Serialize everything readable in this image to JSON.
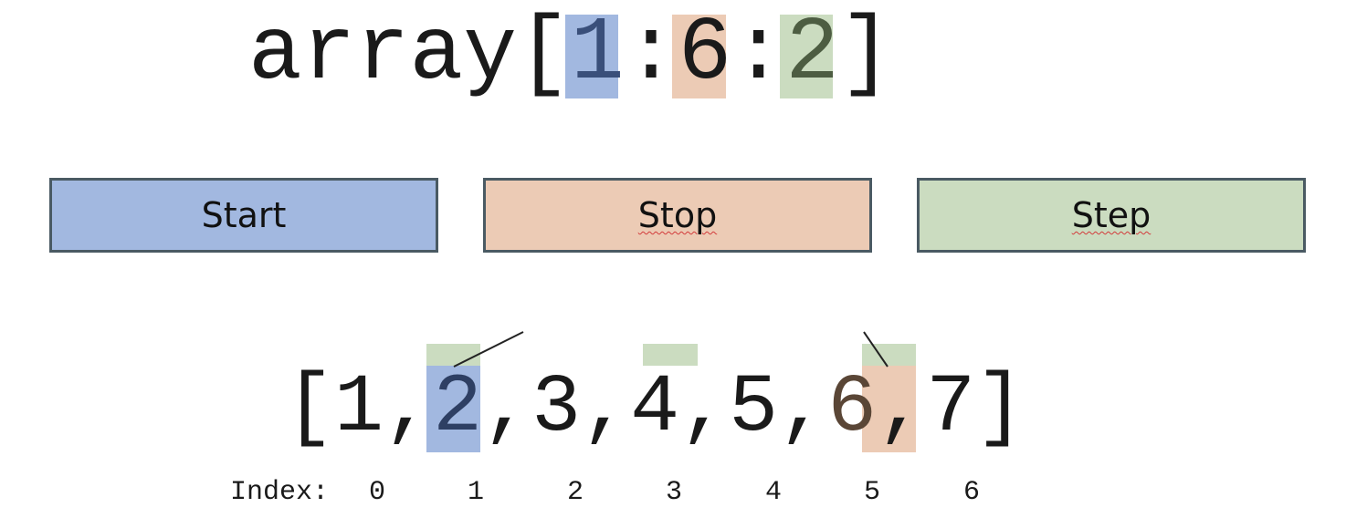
{
  "expression": {
    "prefix": "array[",
    "start": "1",
    "sep1": ":",
    "stop": "6",
    "sep2": ":",
    "step": "2",
    "suffix": "]"
  },
  "boxes": {
    "start_label": "Start",
    "stop_label": "Stop",
    "step_label": "Step"
  },
  "array": {
    "open": "[",
    "items": [
      "1",
      "2",
      "3",
      "4",
      "5",
      "6",
      "7"
    ],
    "comma": ",",
    "close": "]"
  },
  "index_row": {
    "label": "Index:",
    "values": [
      "0",
      "1",
      "2",
      "3",
      "4",
      "5",
      "6"
    ]
  },
  "colors": {
    "start": "#a2b8e0",
    "stop": "#eccbb5",
    "step": "#cbdcc0",
    "border": "#4a5a63"
  }
}
